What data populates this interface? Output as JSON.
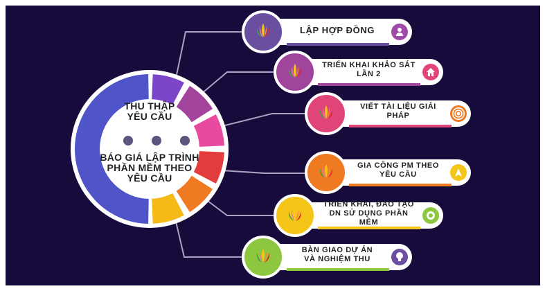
{
  "center": {
    "top_text": [
      "THU THẬP",
      "YÊU CẦU"
    ],
    "bottom_text": [
      "BÁO GIÁ LẬP TRÌNH",
      "PHẦN MỀM THEO",
      "YÊU CẦU"
    ]
  },
  "steps": [
    {
      "lines": [
        "LẬP HỢP ĐỒNG"
      ],
      "icon": "user-icon",
      "color": "#6a4fa0",
      "icon_color": "#a04aa8"
    },
    {
      "lines": [
        "TRIỂN KHAI KHẢO SÁT",
        "LẦN 2"
      ],
      "icon": "home-icon",
      "color": "#a0449c",
      "icon_color": "#e2457c"
    },
    {
      "lines": [
        "VIẾT TÀI LIỆU GIẢI PHÁP"
      ],
      "icon": "target-icon",
      "color": "#e0457a",
      "icon_color": "#f07a22"
    },
    {
      "lines": [
        "GIA CÔNG PM THEO",
        "YÊU CẦU"
      ],
      "icon": "navigation-icon",
      "color": "#f07a22",
      "icon_color": "#f5c518"
    },
    {
      "lines": [
        "TRIỂN KHAI, ĐÀO TẠO",
        "DN SỬ DỤNG PHẦN MỀM"
      ],
      "icon": "gear-icon",
      "color": "#f5c518",
      "icon_color": "#8dc63f"
    },
    {
      "lines": [
        "BÀN GIAO DỰ ÁN",
        "VÀ NGHIỆM THU"
      ],
      "icon": "lightbulb-icon",
      "color": "#8dc63f",
      "icon_color": "#6a4fa0"
    }
  ],
  "donut_colors": {
    "main": "#4f55c8",
    "segments": [
      "#7b46c8",
      "#a2449c",
      "#e84aa0",
      "#e23c3c",
      "#f07a22",
      "#f5b918"
    ]
  }
}
